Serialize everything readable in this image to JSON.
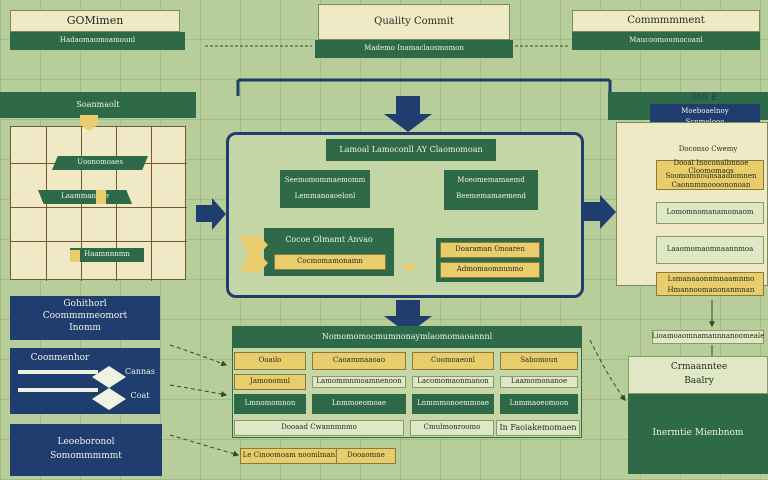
{
  "top": {
    "left_title": "GOMimen",
    "left_sub": "Hadaomaomoamounl",
    "center_title": "Quality Commit",
    "center_sub": "Mademo Inamaclaosmomon",
    "right_title": "Commmmment",
    "right_sub": "Maucoomoumocoanl"
  },
  "left_panel": {
    "header": "Soanmaolt",
    "rows": [
      "Uoonomoaes",
      "Laammannoe",
      "Haamnnnmn"
    ]
  },
  "center_panel": {
    "header": "Lamoal Lamoconll AY Claomomoan",
    "box_a_line1": "Seemomommaemomm",
    "box_a_line2": "Lemmanoaoelonl",
    "box_b_line1": "Moeomemamaemd",
    "box_b_line2": "Beememamaemend",
    "box_c_line1": "Cocoe Olmamt Anvao",
    "box_c_line2": "Cocmomamonamn",
    "box_d_line1": "Doaraman Onoaren",
    "box_d_line2": "Admomaomnunmo"
  },
  "right_panel": {
    "title": "360 E",
    "sub_line1": "Moeboaelnoy",
    "sub_line2": "Scnmolooo",
    "card_header": "Doconso Cwemy",
    "card_lines": [
      "Dooal Inoconalbnnoe Cloomomaos",
      "Soomomnounsaadiomnen",
      "Caonnmmoooononoan"
    ],
    "rows": [
      "Lomomnomanamomaom",
      "Laaomomaomnaannmoa",
      "Lsmanaaonnmnaamnmo",
      "Hmannoomanonanmnan"
    ],
    "note": "Lioamoaomnamannnanoomeale"
  },
  "left_lower": {
    "box1_line1": "Gohithorl",
    "box1_line2": "Coommmmeomort",
    "box1_line3": "Inomm",
    "box2_title": "Coonmenhor",
    "box2_item1": "Cannas",
    "box2_item2": "Coat",
    "box3_line1": "Leoeboronol",
    "box3_line2": "Somommmmmt"
  },
  "matrix": {
    "header": "Nomomomocmumnonaymlaomomaoannnl",
    "row1": [
      "Ooailo",
      "Caoammaaoao",
      "Coomoaeonl",
      "Sabomoun"
    ],
    "row2": [
      "Jamonomnl",
      "Lamommnmoamnenoon",
      "Lacomomaonmanon",
      "Laamomonanoe"
    ],
    "row3": [
      "Lmnomomnon",
      "Lnmmoeomoae",
      "Lnmmmonoemmoae",
      "Lnmmaoeomoon"
    ],
    "row4": [
      "Dooaad Cwannmnmo",
      "Cmulmonroomo",
      "In Faoiakemomaen"
    ],
    "foot1": "Le Cinoomoam noomlmanl",
    "foot2": "Dooaomne"
  },
  "right_lower": {
    "box1_line1": "Crmaanntee",
    "box1_line2": "Baalry",
    "box2": "Inermtie Mienbnom"
  }
}
